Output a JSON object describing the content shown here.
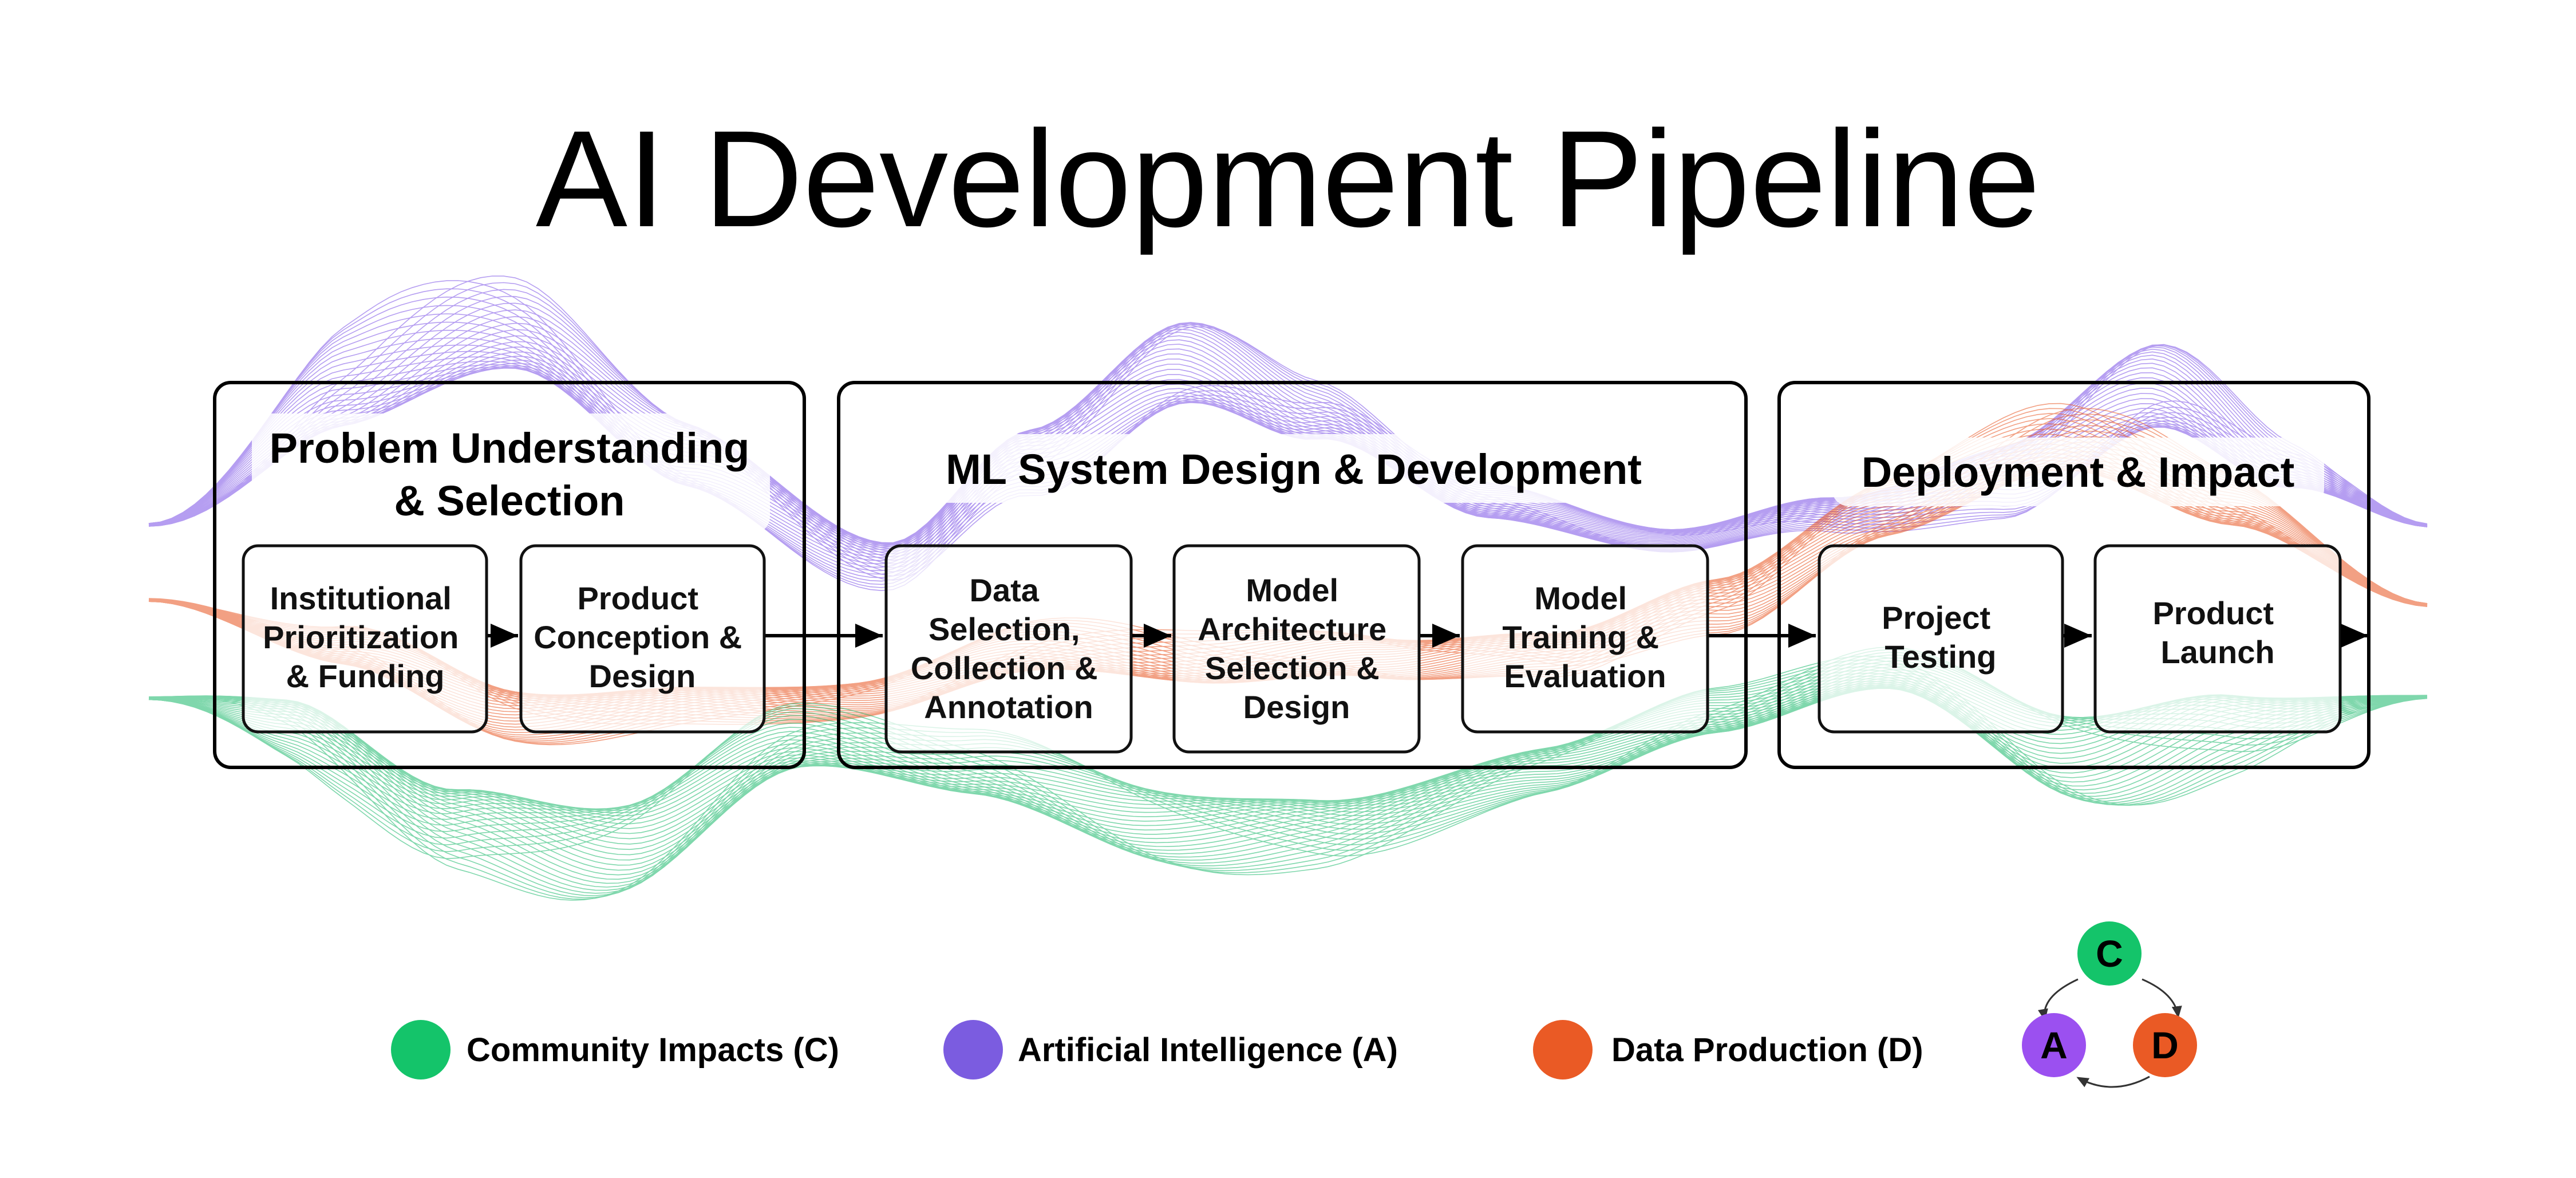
{
  "title": "AI Development Pipeline",
  "stages": [
    {
      "title_lines": [
        "Problem Understanding",
        "& Selection"
      ],
      "steps": [
        {
          "lines": [
            "Institutional",
            "Prioritization",
            "& Funding"
          ]
        },
        {
          "lines": [
            "Product",
            "Conception &",
            "Design"
          ]
        }
      ]
    },
    {
      "title_lines": [
        "ML System Design & Development"
      ],
      "steps": [
        {
          "lines": [
            "Data",
            "Selection,",
            "Collection &",
            "Annotation"
          ]
        },
        {
          "lines": [
            "Model",
            "Architecture",
            "Selection &",
            "Design"
          ]
        },
        {
          "lines": [
            "Model",
            "Training &",
            "Evaluation"
          ]
        }
      ]
    },
    {
      "title_lines": [
        "Deployment & Impact"
      ],
      "steps": [
        {
          "lines": [
            "Project",
            "Testing"
          ]
        },
        {
          "lines": [
            "Product",
            "Launch"
          ]
        }
      ]
    }
  ],
  "legend": [
    {
      "label": "Community Impacts (C)",
      "color": "#14c46a"
    },
    {
      "label": "Artificial Intelligence (A)",
      "color": "#7b5ce0"
    },
    {
      "label": "Data Production (D)",
      "color": "#ea5a25"
    }
  ],
  "cycle": {
    "nodes": [
      {
        "letter": "C",
        "color": "#14c46a"
      },
      {
        "letter": "A",
        "color": "#9b50f0"
      },
      {
        "letter": "D",
        "color": "#ea5a25"
      }
    ]
  },
  "ribbon_colors": {
    "community": "#18b86a",
    "ai": "#7a4fe6",
    "data": "#e8541f"
  }
}
